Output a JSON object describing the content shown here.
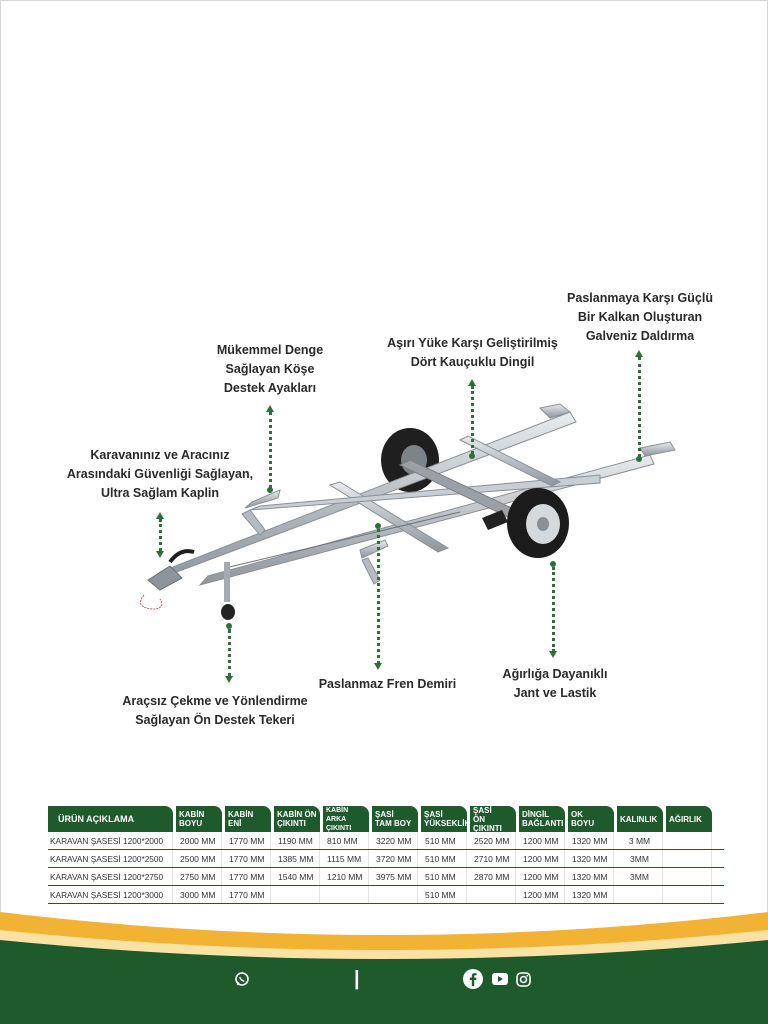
{
  "callouts": {
    "galvaniz": "Paslanmaya Karşı Güçlü\nBir Kalkan Oluşturan\nGalveniz Daldırma",
    "denge": "Mükemmel Denge\nSağlayan Köşe\nDestek Ayakları",
    "dingil": "Aşırı Yüke Karşı Geliştirilmiş\nDört Kauçuklu Dingil",
    "kaplin": "Karavanınız ve Aracınız\nArasındaki Güvenliği Sağlayan,\nUltra Sağlam Kaplin",
    "fren": "Paslanmaz Fren Demiri",
    "jant": "Ağırlığa Dayanıklı\nJant ve Lastik",
    "teker": "Araçsız Çekme ve Yönlendirme\nSağlayan Ön Destek Tekeri"
  },
  "table": {
    "headers": [
      "ÜRÜN AÇIKLAMA",
      "KABİN\nBOYU",
      "KABİN\nENİ",
      "KABİN ÖN\nÇIKINTI",
      "KABİN ARKA\nÇIKINTI",
      "ŞASİ\nTAM BOY",
      "ŞASİ\nYÜKSEKLİK",
      "ŞASİ\nÖN ÇIKINTI",
      "DİNGİL\nBAĞLANTI",
      "OK\nBOYU",
      "KALINLIK",
      "AĞIRLIK"
    ],
    "rows": [
      [
        "KARAVAN ŞASESİ 1200*2000",
        "2000 MM",
        "1770 MM",
        "1190 MM",
        "810 MM",
        "3220 MM",
        "510 MM",
        "2520 MM",
        "1200 MM",
        "1320 MM",
        "3 MM",
        ""
      ],
      [
        "KARAVAN ŞASESİ 1200*2500",
        "2500 MM",
        "1770 MM",
        "1385 MM",
        "1115 MM",
        "3720 MM",
        "510 MM",
        "2710 MM",
        "1200 MM",
        "1320 MM",
        "3MM",
        ""
      ],
      [
        "KARAVAN ŞASESİ 1200*2750",
        "2750 MM",
        "1770 MM",
        "1540 MM",
        "1210 MM",
        "3975 MM",
        "510 MM",
        "2870 MM",
        "1200 MM",
        "1320 MM",
        "3MM",
        ""
      ],
      [
        "KARAVAN ŞASESİ 1200*3000",
        "3000 MM",
        "1770 MM",
        "",
        "",
        "",
        "510 MM",
        "",
        "1200 MM",
        "1320 MM",
        "",
        ""
      ]
    ]
  },
  "footer": {
    "separator": "|",
    "icons": [
      "whatsapp-icon",
      "facebook-icon",
      "youtube-icon",
      "instagram-icon"
    ]
  },
  "colors": {
    "accent_green": "#1e5a2c",
    "footer_green": "#1e5a2c",
    "footer_gold": "#f2b233",
    "callout_line": "#2f6f3a"
  }
}
